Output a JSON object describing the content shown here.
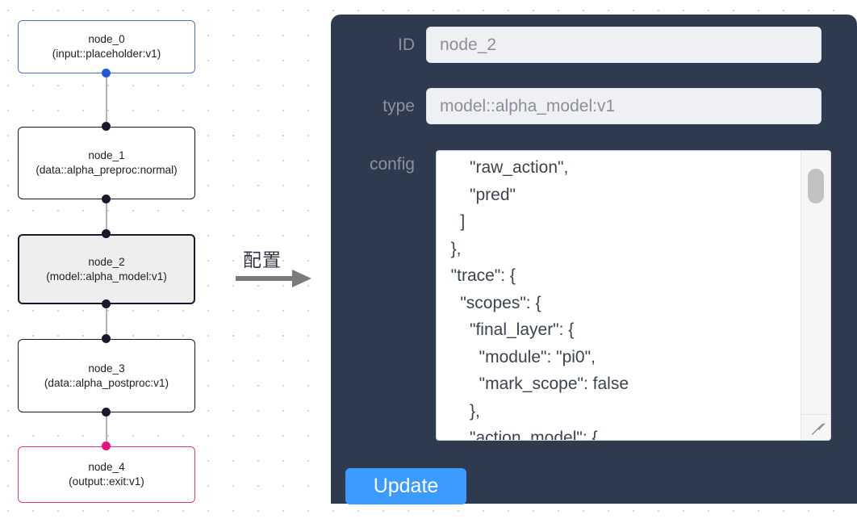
{
  "graph": {
    "arrow_label": "配置",
    "nodes": [
      {
        "id": "node_0",
        "label": "node_0",
        "subtitle": "(input::placeholder:v1)",
        "variant": "blue"
      },
      {
        "id": "node_1",
        "label": "node_1",
        "subtitle": "(data::alpha_preproc:normal)",
        "variant": "plain"
      },
      {
        "id": "node_2",
        "label": "node_2",
        "subtitle": "(model::alpha_model:v1)",
        "variant": "selected"
      },
      {
        "id": "node_3",
        "label": "node_3",
        "subtitle": "(data::alpha_postproc:v1)",
        "variant": "plain"
      },
      {
        "id": "node_4",
        "label": "node_4",
        "subtitle": "(output::exit:v1)",
        "variant": "pink"
      }
    ]
  },
  "panel": {
    "id_field": {
      "label": "ID",
      "value": "node_2"
    },
    "type_field": {
      "label": "type",
      "value": "model::alpha_model:v1"
    },
    "config_field": {
      "label": "config",
      "value": "      \"raw_action\",\n      \"pred\"\n    ]\n  },\n  \"trace\": {\n    \"scopes\": {\n      \"final_layer\": {\n        \"module\": \"pi0\",\n        \"mark_scope\": false\n      },\n      \"action_model\": {"
    },
    "update_button": {
      "label": "Update"
    }
  },
  "colors": {
    "panel_bg": "#2e3a4e",
    "accent_button": "#3b9bff",
    "node_blue": "#4a72c4",
    "node_pink": "#e0398a",
    "node_border": "#1a192b",
    "node_selected_fill": "#eeeeee",
    "handle_blue": "#2558d6",
    "handle_pink": "#e5107f",
    "edge": "#b1b1b7"
  }
}
